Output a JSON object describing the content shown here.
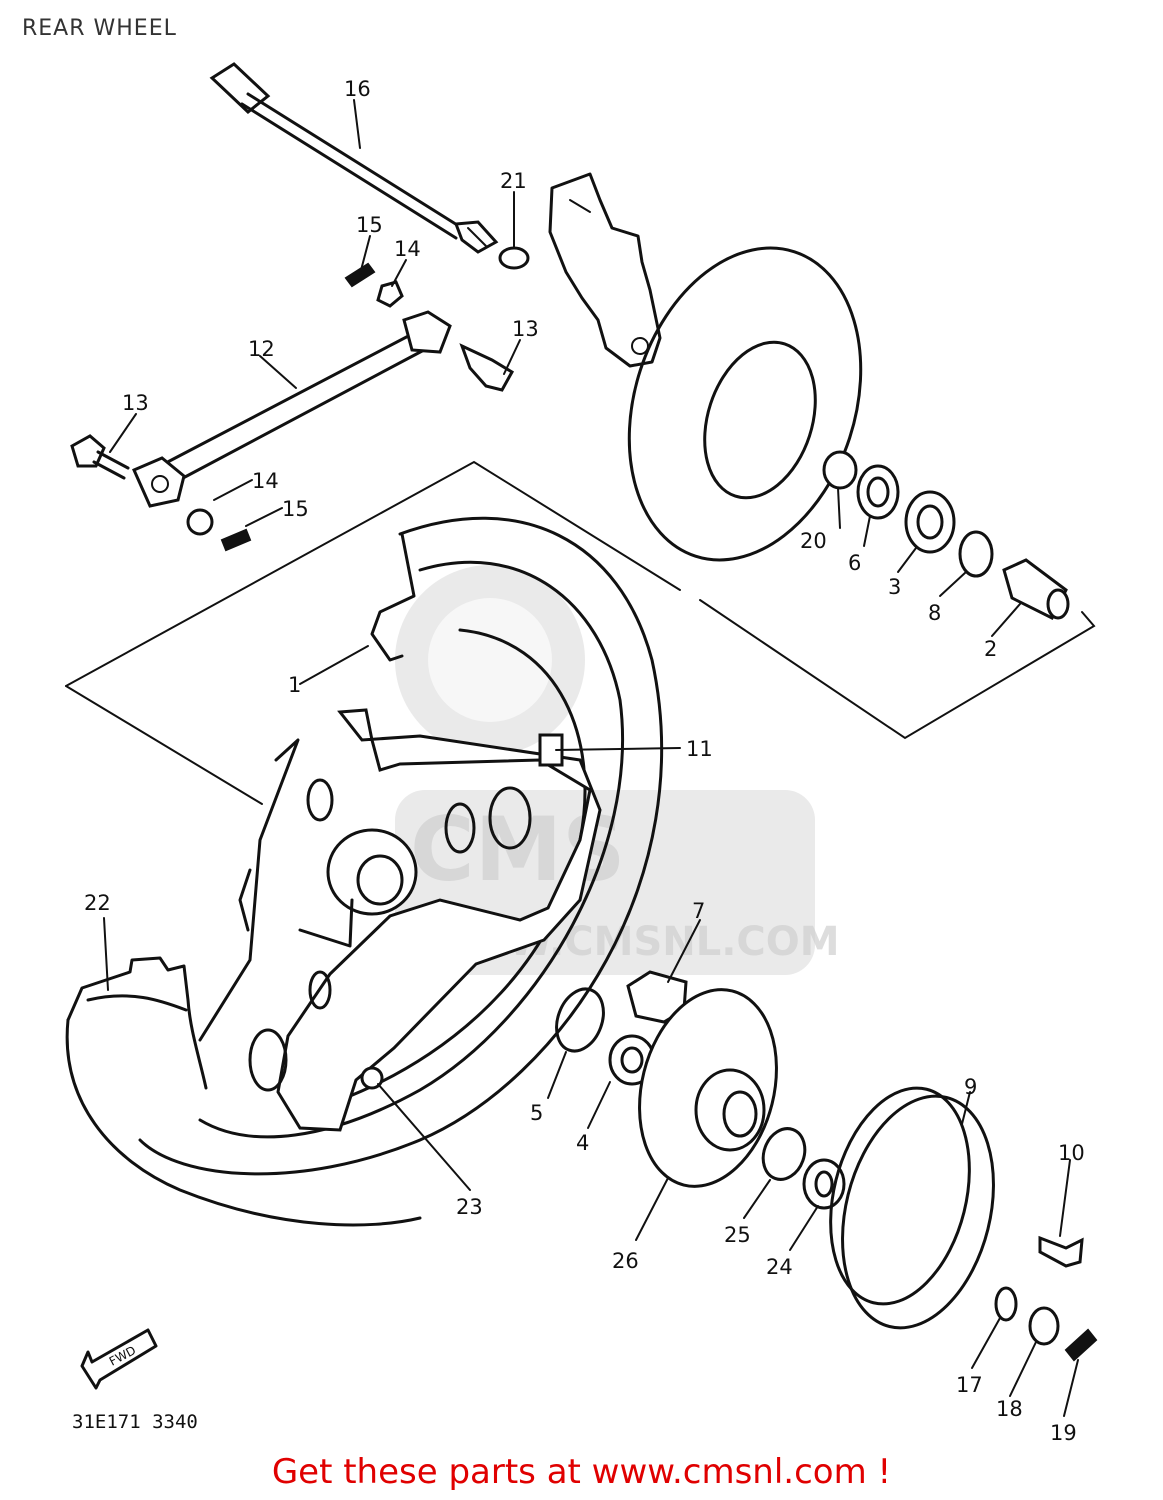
{
  "page": {
    "title": "REAR WHEEL"
  },
  "diagram": {
    "code": "31E171 3340",
    "fwd_label": "FWD",
    "watermark": {
      "brand": "CMS",
      "site": "WWW.CMSNL.COM"
    },
    "callouts": [
      {
        "id": "c1",
        "label": "1"
      },
      {
        "id": "c2",
        "label": "2"
      },
      {
        "id": "c3",
        "label": "3"
      },
      {
        "id": "c4",
        "label": "4"
      },
      {
        "id": "c5",
        "label": "5"
      },
      {
        "id": "c6",
        "label": "6"
      },
      {
        "id": "c7",
        "label": "7"
      },
      {
        "id": "c8",
        "label": "8"
      },
      {
        "id": "c9",
        "label": "9"
      },
      {
        "id": "c10",
        "label": "10"
      },
      {
        "id": "c11",
        "label": "11"
      },
      {
        "id": "c12",
        "label": "12"
      },
      {
        "id": "c13a",
        "label": "13"
      },
      {
        "id": "c13b",
        "label": "13"
      },
      {
        "id": "c14a",
        "label": "14"
      },
      {
        "id": "c14b",
        "label": "14"
      },
      {
        "id": "c15a",
        "label": "15"
      },
      {
        "id": "c15b",
        "label": "15"
      },
      {
        "id": "c16",
        "label": "16"
      },
      {
        "id": "c17",
        "label": "17"
      },
      {
        "id": "c18",
        "label": "18"
      },
      {
        "id": "c19",
        "label": "19"
      },
      {
        "id": "c20",
        "label": "20"
      },
      {
        "id": "c21",
        "label": "21"
      },
      {
        "id": "c22",
        "label": "22"
      },
      {
        "id": "c23",
        "label": "23"
      },
      {
        "id": "c24",
        "label": "24"
      },
      {
        "id": "c25",
        "label": "25"
      },
      {
        "id": "c26",
        "label": "26"
      }
    ]
  },
  "footer": {
    "link_text": "Get these parts at www.cmsnl.com !",
    "link_color": "#e00000"
  }
}
